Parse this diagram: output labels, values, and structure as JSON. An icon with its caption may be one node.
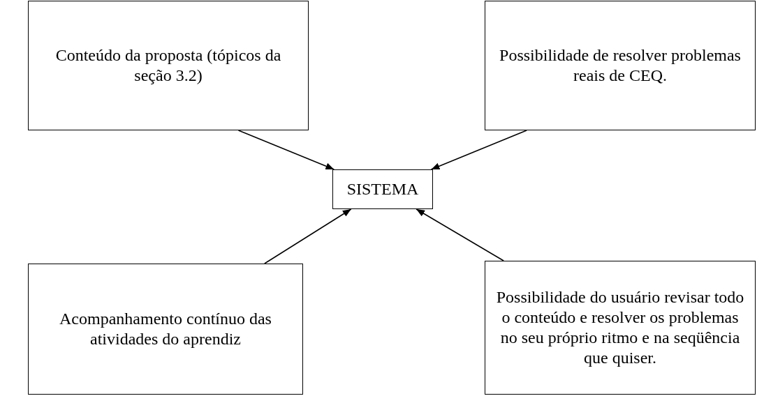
{
  "diagram": {
    "nodes": [
      {
        "text": [
          "Conteúdo da proposta (tópicos da seção 3.2)"
        ]
      },
      {
        "text": [
          "Possibilidade de resolver problemas reais de CEQ."
        ]
      },
      {
        "text": [
          "SISTEMA"
        ]
      },
      {
        "text": [
          "Acompanhamento contínuo das atividades do aprendiz"
        ]
      },
      {
        "text": [
          "Possibilidade do usuário revisar todo o conteúdo e resolver os problemas no seu próprio ritmo e na seqüência que quiser."
        ]
      }
    ],
    "edges": [
      {
        "from": 0,
        "to": 2,
        "arrow": "to"
      },
      {
        "from": 1,
        "to": 2,
        "arrow": "to"
      },
      {
        "from": 3,
        "to": 2,
        "arrow": "to"
      },
      {
        "from": 4,
        "to": 2,
        "arrow": "to"
      }
    ]
  }
}
